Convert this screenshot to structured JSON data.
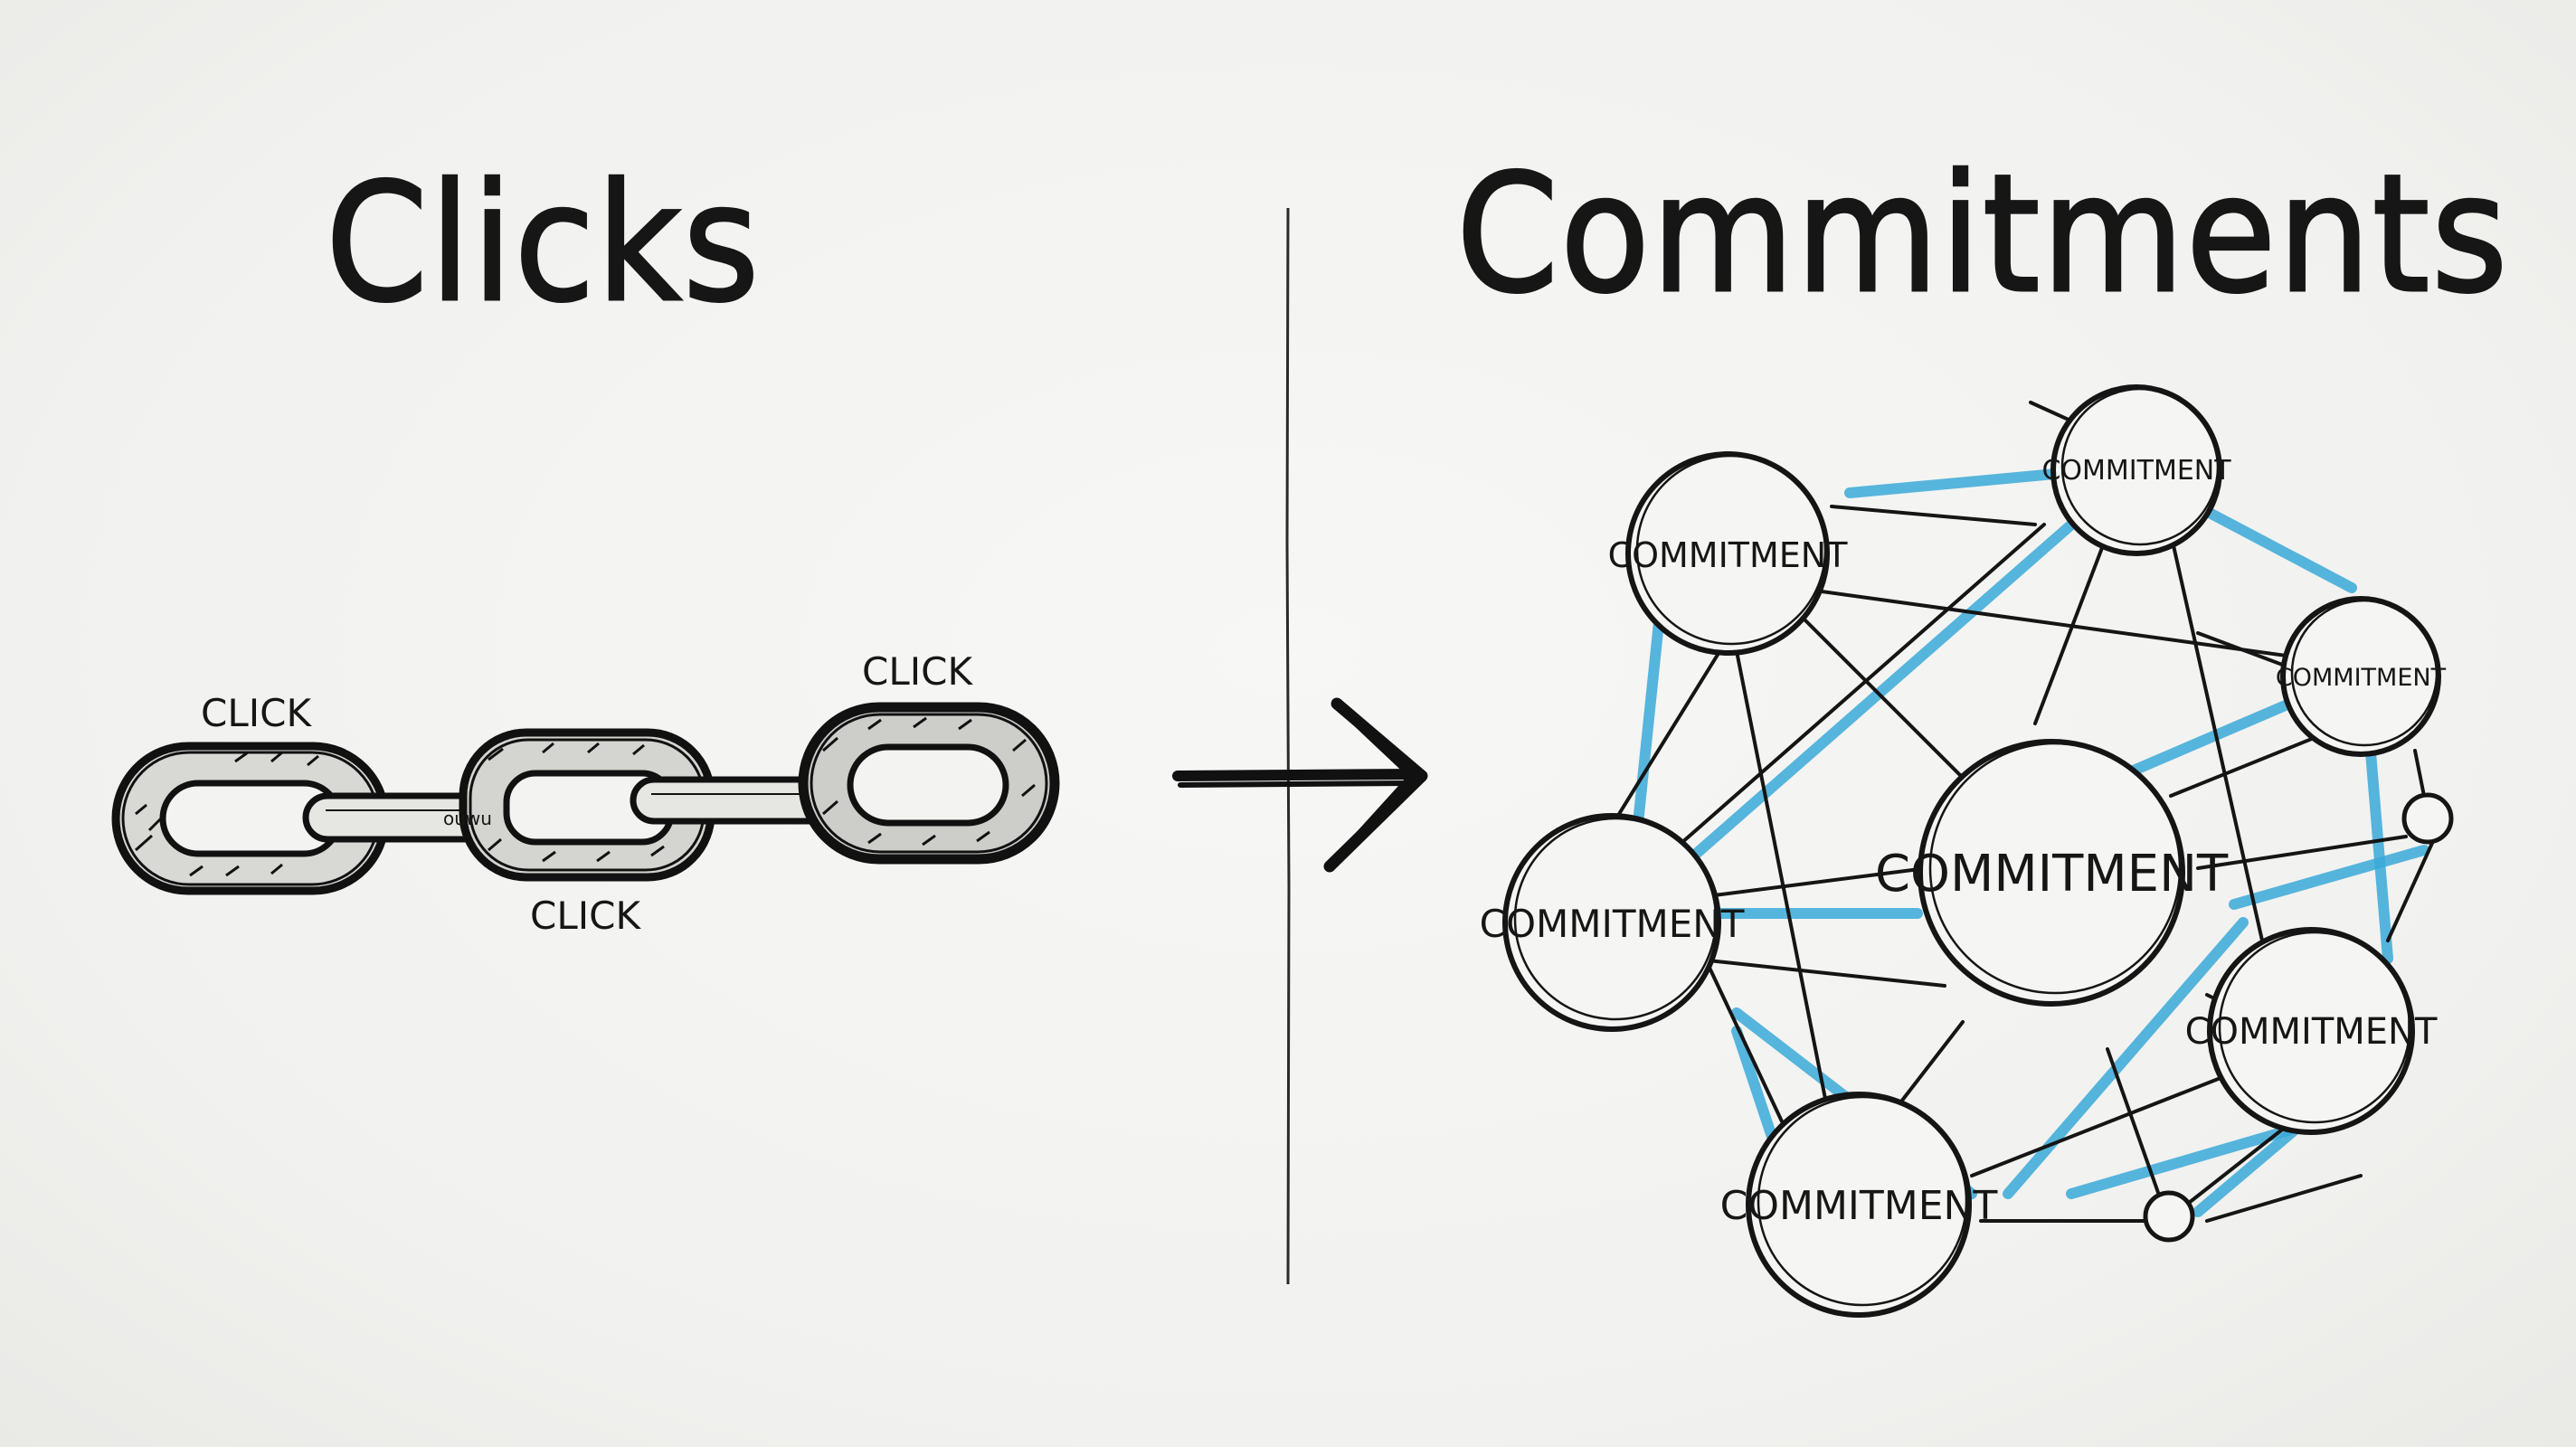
{
  "titles": {
    "left": "Clicks",
    "right": "Commitments"
  },
  "chain": {
    "labels": [
      "CLICK",
      "CLICK",
      "CLICK"
    ],
    "link_scribble": "ouwu"
  },
  "network": {
    "nodes": [
      {
        "id": "n1",
        "label": "COMMITMENT"
      },
      {
        "id": "n2",
        "label": "COMMITMENT"
      },
      {
        "id": "n3",
        "label": "COMMITMENT"
      },
      {
        "id": "n4",
        "label": "COMMITMENT"
      },
      {
        "id": "n5",
        "label": "COMMITMENT"
      },
      {
        "id": "n6",
        "label": "COMMITMENT"
      },
      {
        "id": "n7",
        "label": "COMMITMENT"
      },
      {
        "id": "n8",
        "label": ""
      },
      {
        "id": "n9",
        "label": ""
      }
    ]
  },
  "colors": {
    "ink": "#161616",
    "accent_blue": "#39a9d8",
    "paper": "#f3f3f1"
  }
}
